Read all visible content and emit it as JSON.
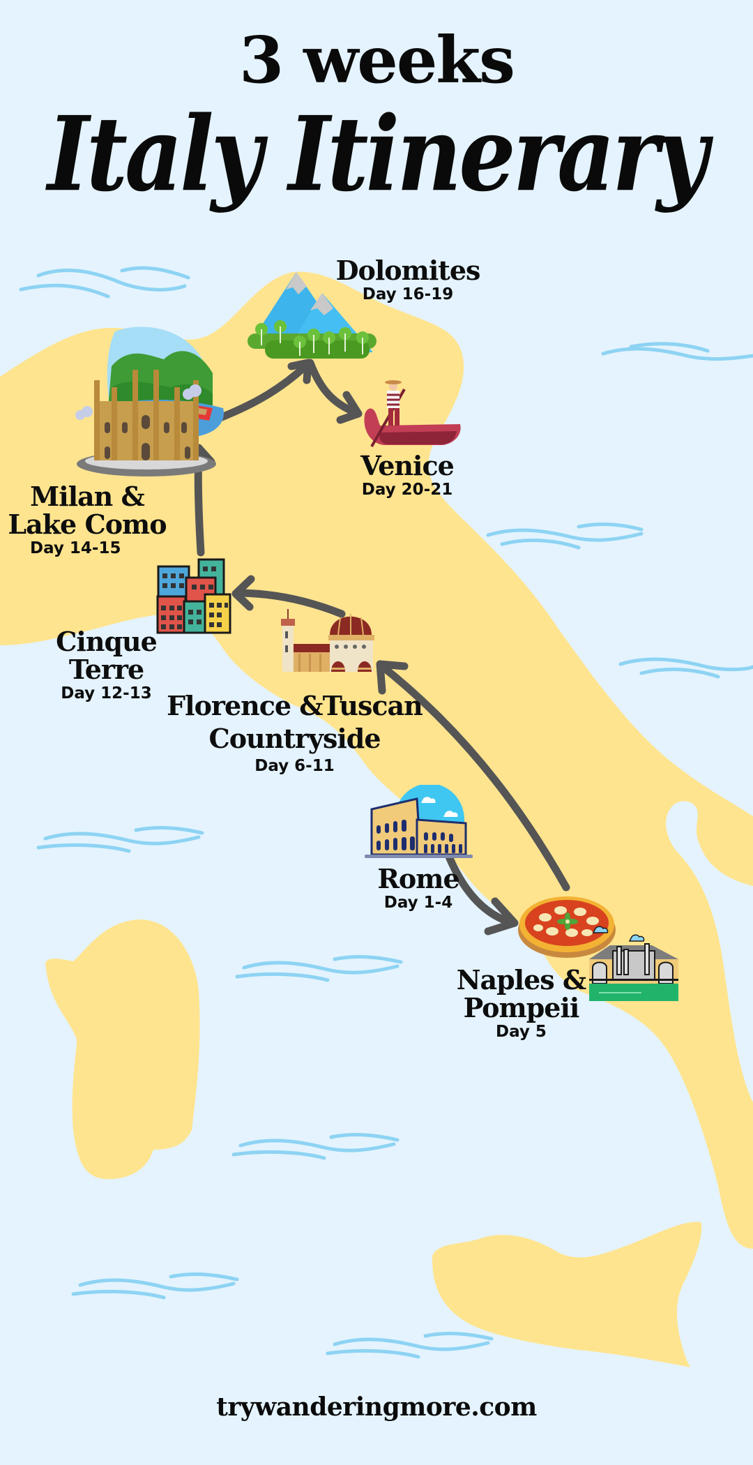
{
  "header": {
    "subtitle": "3 weeks",
    "title": "Italy Itinerary"
  },
  "colors": {
    "sea": "#E4F3FD",
    "land": "#FFE48F",
    "wave": "#8DD3F3",
    "arrow": "#555555",
    "text": "#0A0A0A"
  },
  "stops": [
    {
      "id": "rome",
      "name": "Rome",
      "days": "Day 1-4",
      "icon": "colosseum-icon",
      "order": 1
    },
    {
      "id": "naples",
      "name": "Naples & Pompeii",
      "name_lines": [
        "Naples &",
        "Pompeii"
      ],
      "days": "Day 5",
      "icon": "pizza-icon",
      "icon2": "pompeii-ruins-icon",
      "order": 2
    },
    {
      "id": "florence",
      "name": "Florence &Tuscan Countryside",
      "name_lines": [
        "Florence &Tuscan",
        "Countryside"
      ],
      "days": "Day 6-11",
      "icon": "duomo-icon",
      "order": 3
    },
    {
      "id": "cinque-terre",
      "name": "Cinque Terre",
      "name_lines": [
        "Cinque",
        "Terre"
      ],
      "days": "Day 12-13",
      "icon": "colorful-buildings-icon",
      "order": 4
    },
    {
      "id": "milan",
      "name": "Milan & Lake Como",
      "name_lines": [
        "Milan &",
        "Lake Como"
      ],
      "days": "Day 14-15",
      "icon": "milan-cathedral-lake-icon",
      "order": 5
    },
    {
      "id": "dolomites",
      "name": "Dolomites",
      "days": "Day 16-19",
      "icon": "mountains-icon",
      "order": 6
    },
    {
      "id": "venice",
      "name": "Venice",
      "days": "Day 20-21",
      "icon": "gondola-icon",
      "order": 7
    }
  ],
  "route": [
    "Rome",
    "Naples & Pompeii",
    "Florence &Tuscan Countryside",
    "Cinque Terre",
    "Milan & Lake Como",
    "Dolomites",
    "Venice"
  ],
  "footer": {
    "website": "trywanderingmore.com"
  }
}
